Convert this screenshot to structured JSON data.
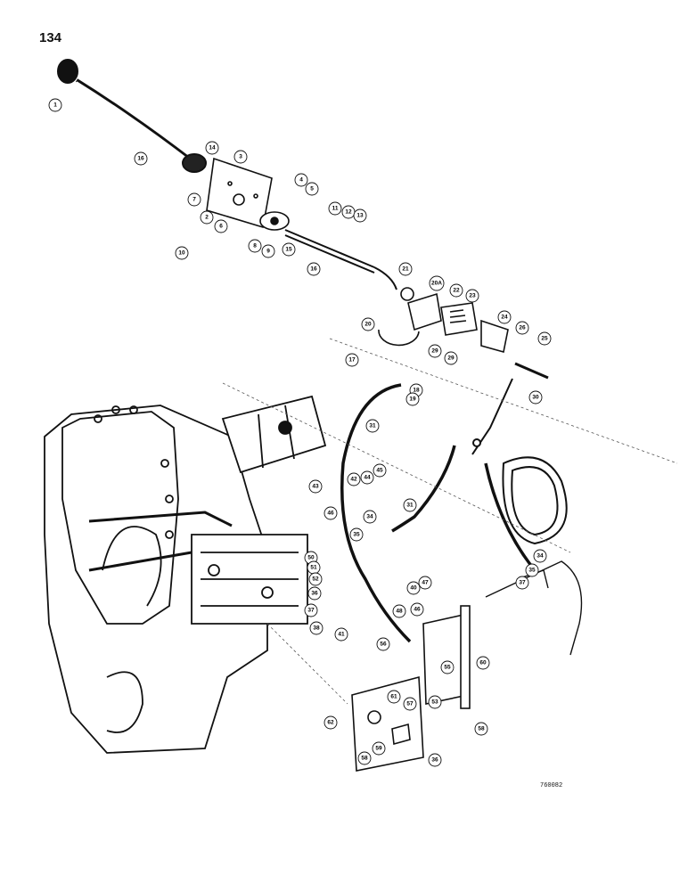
{
  "page_number": "134",
  "drawing_code": "760082",
  "callouts": [
    "1",
    "16",
    "14",
    "3",
    "7",
    "2",
    "6",
    "4",
    "5",
    "10",
    "8",
    "9",
    "15",
    "11",
    "12",
    "13",
    "16",
    "21",
    "20A",
    "22",
    "23",
    "24",
    "26",
    "25",
    "20",
    "17",
    "29",
    "29",
    "18",
    "19",
    "30",
    "31",
    "43",
    "42",
    "44",
    "45",
    "31",
    "46",
    "34",
    "35",
    "50",
    "51",
    "52",
    "36",
    "37",
    "38",
    "41",
    "40",
    "47",
    "48",
    "46",
    "56",
    "55",
    "60",
    "62",
    "61",
    "57",
    "53",
    "58",
    "59",
    "58",
    "36",
    "37",
    "35",
    "34"
  ]
}
